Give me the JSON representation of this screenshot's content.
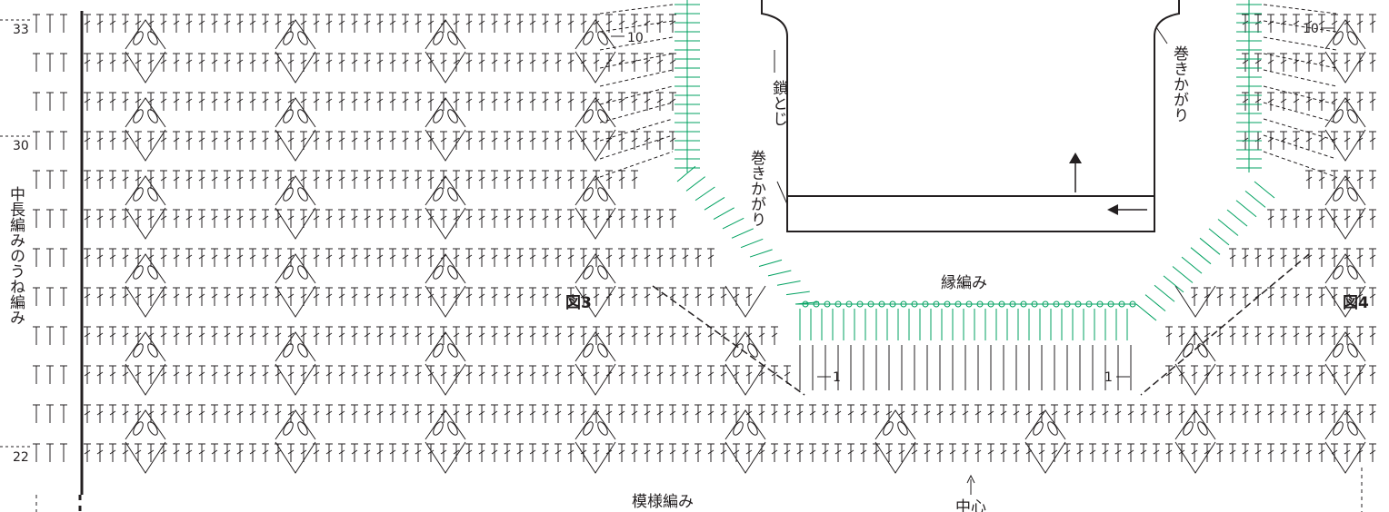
{
  "labels": {
    "chain_join": "鎖とじ",
    "whip_stitch_left": "巻きかがり",
    "whip_stitch_right": "巻きかがり",
    "side_pattern": "中長編みのうね編み",
    "edging": "縁編み",
    "main_pattern": "模様編み",
    "center": "中心",
    "figure3": "図3",
    "figure4": "図4",
    "row_33": "33",
    "row_30": "30",
    "row_22": "22",
    "count_left": "10",
    "count_right": "10",
    "start_left": "1",
    "start_right": "1"
  },
  "colors": {
    "ink": "#231f20",
    "edging_green": "#00a160"
  }
}
